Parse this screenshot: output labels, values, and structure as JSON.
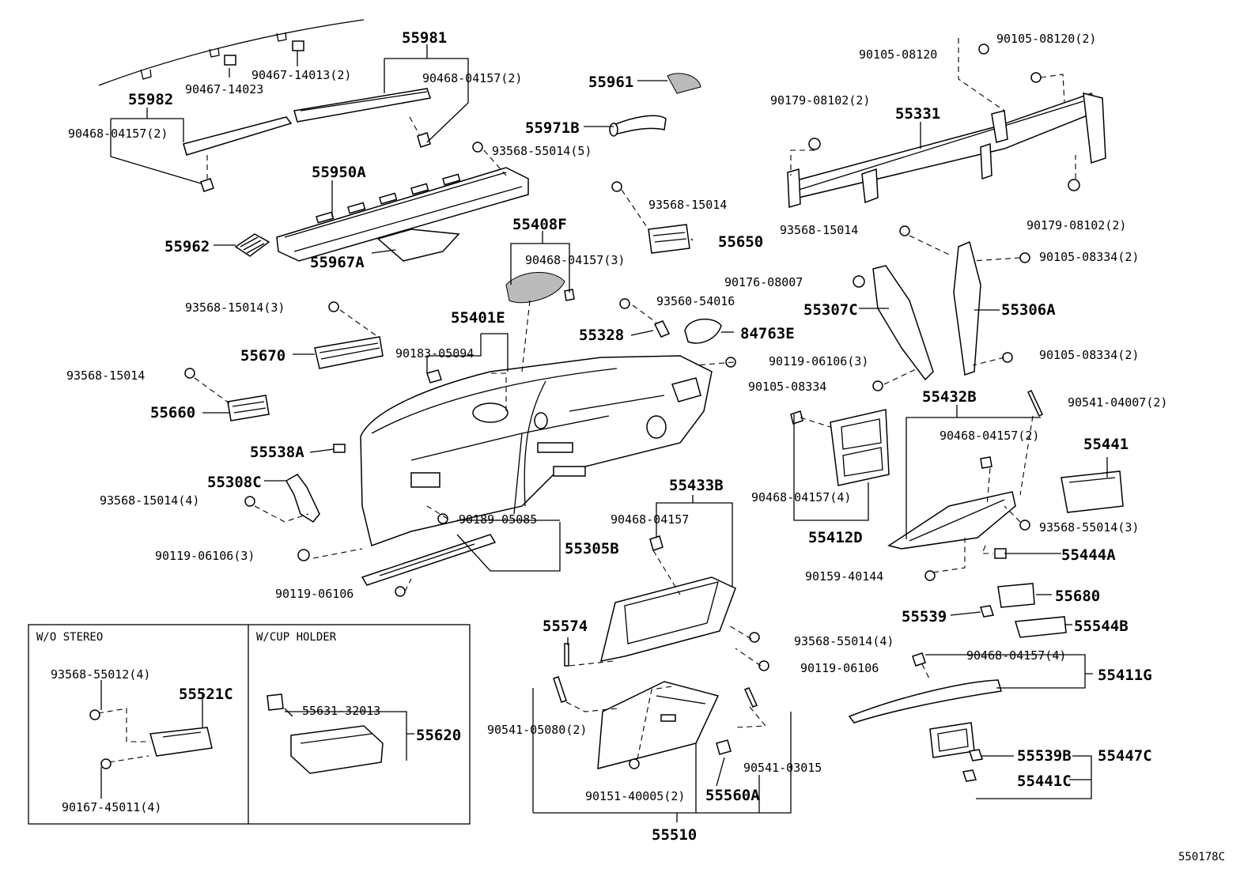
{
  "diagram_id": "550178C",
  "inset_wo_stereo": "W/O STEREO",
  "inset_cup_holder": "W/CUP HOLDER",
  "parts": {
    "p55981": "55981",
    "p55982": "55982",
    "p55961": "55961",
    "p55971B": "55971B",
    "p55950A": "55950A",
    "p55962": "55962",
    "p55967A": "55967A",
    "p55408F": "55408F",
    "p55650": "55650",
    "p55401E": "55401E",
    "p55670": "55670",
    "p55660": "55660",
    "p55328": "55328",
    "p84763E": "84763E",
    "p55331": "55331",
    "p55307C": "55307C",
    "p55306A": "55306A",
    "p55538A": "55538A",
    "p55308C": "55308C",
    "p55305B": "55305B",
    "p55432B": "55432B",
    "p55441": "55441",
    "p55412D": "55412D",
    "p55433B": "55433B",
    "p55444A": "55444A",
    "p55680": "55680",
    "p55539": "55539",
    "p55544B": "55544B",
    "p55574": "55574",
    "p55411G": "55411G",
    "p55521C": "55521C",
    "p55620": "55620",
    "p55447C": "55447C",
    "p55539B": "55539B",
    "p55441C": "55441C",
    "p55560A": "55560A",
    "p55510": "55510"
  },
  "fasteners": {
    "f1": "90467-14013(2)",
    "f2": "90467-14023",
    "f3": "90468-04157(2)",
    "f4": "90468-04157(2)",
    "f5": "93568-55014(5)",
    "f6": "93568-15014",
    "f7": "90468-04157(3)",
    "f8": "93560-54016",
    "f9": "93568-15014(3)",
    "f10": "90183-05094",
    "f11": "93568-15014",
    "f12": "90119-06106(3)",
    "f13": "90105-08334",
    "f14": "93568-15014(4)",
    "f15": "90189-05085",
    "f16": "90119-06106(3)",
    "f17": "90119-06106",
    "f18": "90105-08120(2)",
    "f19": "90105-08120",
    "f20": "90179-08102(2)",
    "f21": "90179-08102(2)",
    "f22": "93568-15014",
    "f23": "90105-08334(2)",
    "f24": "90176-08007",
    "f25": "90105-08334(2)",
    "f26": "90541-04007(2)",
    "f27": "90468-04157(2)",
    "f28": "90468-04157(4)",
    "f29": "93568-55014(3)",
    "f30": "90468-04157",
    "f31": "90159-40144",
    "f32": "93568-55014(4)",
    "f33": "90119-06106",
    "f34": "90468-04157(4)",
    "f35": "90541-05080(2)",
    "f36": "90541-03015",
    "f37": "90151-40005(2)",
    "f38": "93568-55012(4)",
    "f39": "90167-45011(4)",
    "f40": "55631-32013"
  }
}
